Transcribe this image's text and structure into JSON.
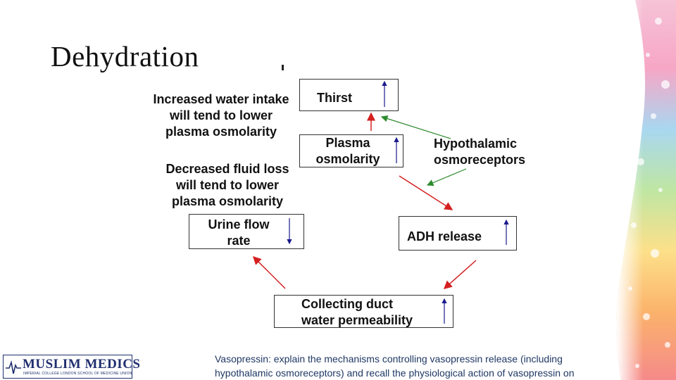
{
  "slide": {
    "title": "Dehydration"
  },
  "diagram": {
    "boxes": {
      "thirst": "Thirst",
      "plasma_line1": "Plasma",
      "plasma_line2": "osmolarity",
      "urine_line1": "Urine flow",
      "urine_line2": "rate",
      "adh": "ADH release",
      "collecting_line1": "Collecting duct",
      "collecting_line2": "water permeability"
    },
    "labels": {
      "hypothalamic_line1": "Hypothalamic",
      "hypothalamic_line2": "osmoreceptors",
      "water_intake_line1": "Increased water intake",
      "water_intake_line2": "will tend to lower",
      "water_intake_line3": "plasma osmolarity",
      "fluid_loss_line1": "Decreased fluid loss",
      "fluid_loss_line2": "will tend to lower",
      "fluid_loss_line3": "plasma osmolarity"
    },
    "colors": {
      "cycle_arrow": "#d42020",
      "feedback_arrow": "#2e8b2e",
      "indicator_arrow": "#1a1a8c"
    }
  },
  "footer": {
    "note_line1": "Vasopressin: explain the mechanisms controlling vasopressin release (including",
    "note_line2": "hypothalamic osmoreceptors) and recall the physiological action of vasopressin on"
  },
  "logo": {
    "name": "MUSLIM MEDICS",
    "subtitle": "IMPERIAL COLLEGE LONDON SCHOOL OF MEDICINE UNION"
  }
}
